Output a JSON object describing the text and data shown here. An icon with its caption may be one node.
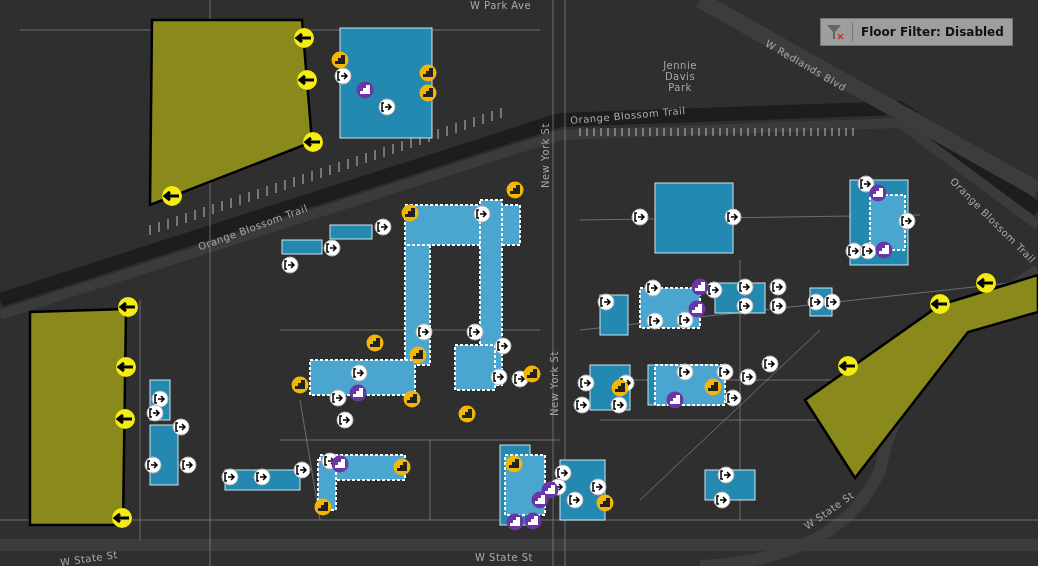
{
  "diagram": {
    "labels": [
      "W Park Ave",
      "Floor Filter: Disabled",
      "Jennie Davis Park",
      "W Redlands Blvd",
      "Orange Blossom Trail",
      "New York St",
      "Orange Blossom Trail",
      "Orange Blossom Trail",
      "New York St",
      "W State St",
      "W State St",
      "W State St"
    ]
  }
}
